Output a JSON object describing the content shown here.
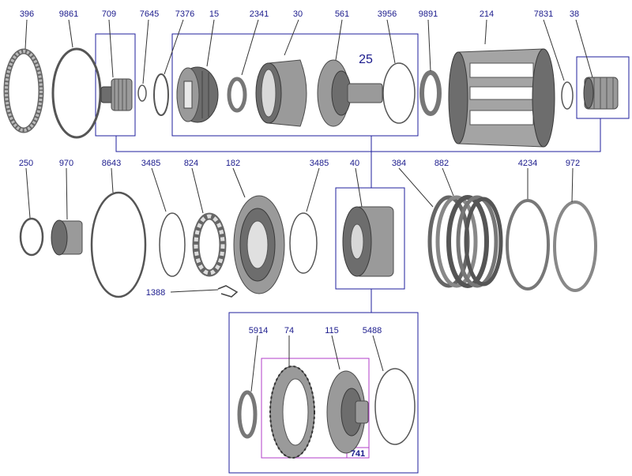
{
  "diagram": {
    "assembly_label": "25",
    "subassembly_label": "741",
    "parts": [
      {
        "id": "p396",
        "number": "396"
      },
      {
        "id": "p9861",
        "number": "9861"
      },
      {
        "id": "p709",
        "number": "709"
      },
      {
        "id": "p7645",
        "number": "7645"
      },
      {
        "id": "p7376",
        "number": "7376"
      },
      {
        "id": "p15",
        "number": "15"
      },
      {
        "id": "p2341",
        "number": "2341"
      },
      {
        "id": "p30",
        "number": "30"
      },
      {
        "id": "p561",
        "number": "561"
      },
      {
        "id": "p3956",
        "number": "3956"
      },
      {
        "id": "p9891",
        "number": "9891"
      },
      {
        "id": "p214",
        "number": "214"
      },
      {
        "id": "p7831",
        "number": "7831"
      },
      {
        "id": "p38",
        "number": "38"
      },
      {
        "id": "p250",
        "number": "250"
      },
      {
        "id": "p970",
        "number": "970"
      },
      {
        "id": "p8643",
        "number": "8643"
      },
      {
        "id": "p3485a",
        "number": "3485"
      },
      {
        "id": "p824",
        "number": "824"
      },
      {
        "id": "p182",
        "number": "182"
      },
      {
        "id": "p3485b",
        "number": "3485"
      },
      {
        "id": "p40",
        "number": "40"
      },
      {
        "id": "p384",
        "number": "384"
      },
      {
        "id": "p882",
        "number": "882"
      },
      {
        "id": "p4234",
        "number": "4234"
      },
      {
        "id": "p972",
        "number": "972"
      },
      {
        "id": "p1388",
        "number": "1388"
      },
      {
        "id": "p5914",
        "number": "5914"
      },
      {
        "id": "p74",
        "number": "74"
      },
      {
        "id": "p115",
        "number": "115"
      },
      {
        "id": "p5488",
        "number": "5488"
      }
    ]
  },
  "colors": {
    "label": "#1a1a8c",
    "frame": "#1f1f9c",
    "subframe": "#b23cc8",
    "metal": "#9a9a9a"
  }
}
